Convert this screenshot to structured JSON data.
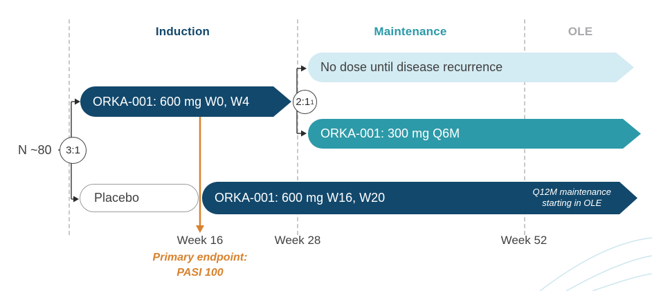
{
  "colors": {
    "navy": "#12486b",
    "teal": "#2c9aa8",
    "light_blue": "#d3ebf2",
    "orange": "#d8822d",
    "header_gray": "#a7a9ac",
    "text_dark": "#414042"
  },
  "phases": [
    {
      "label": "Induction"
    },
    {
      "label": "Maintenance"
    },
    {
      "label": "OLE"
    }
  ],
  "cohort": {
    "n_label": "N ~80",
    "randomization_ratio": "3:1",
    "rerandomization_ratio": "2:1",
    "rerandomization_footnote": "1"
  },
  "arms": {
    "induction": "ORKA-001: 600 mg W0, W4",
    "placebo": "Placebo",
    "no_dose": "No dose until disease recurrence",
    "maintenance_q6m": "ORKA-001: 300 mg Q6M",
    "placebo_crossover": "ORKA-001: 600 mg W16, W20",
    "ole_note_line1": "Q12M maintenance",
    "ole_note_line2": "starting in OLE"
  },
  "timeline": {
    "week16": "Week 16",
    "week28": "Week 28",
    "week52": "Week 52"
  },
  "endpoint": {
    "line1": "Primary endpoint:",
    "line2": "PASI 100"
  }
}
